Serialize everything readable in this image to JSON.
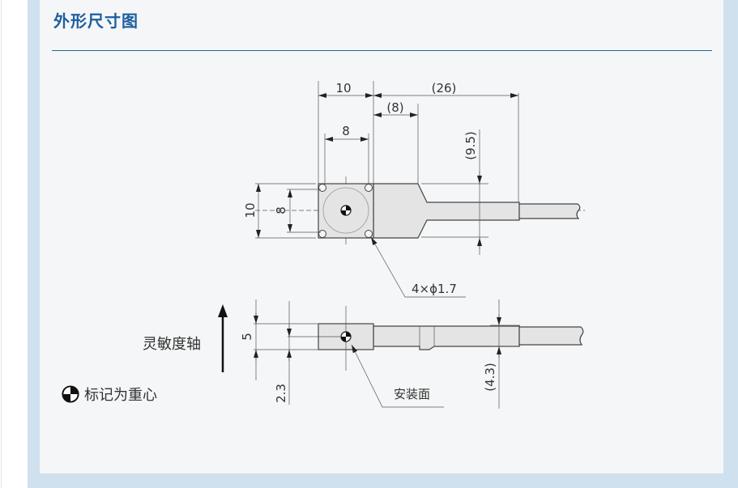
{
  "section": {
    "title": "外形尺寸图"
  },
  "drawing": {
    "top_view": {
      "width_dim": "10",
      "hole_pitch_dim": "8",
      "neck_dim": "(8)",
      "length_dim": "(26)",
      "height_dim": "10",
      "hole_pitch_v_dim": "8",
      "neck_height_dim": "(9.5)",
      "holes_label": "4×ϕ1.7"
    },
    "side_view": {
      "thickness_dim": "5",
      "cg_height_dim": "2.3",
      "cable_dim": "(4.3)",
      "mount_surface_label": "安装面",
      "sensitivity_axis_label": "灵敏度轴"
    },
    "legend": {
      "cg_label": "标记为重心"
    }
  },
  "colors": {
    "title": "#1b5fa0",
    "frame": "#cfe0ef",
    "panel": "#f5f6f7"
  }
}
